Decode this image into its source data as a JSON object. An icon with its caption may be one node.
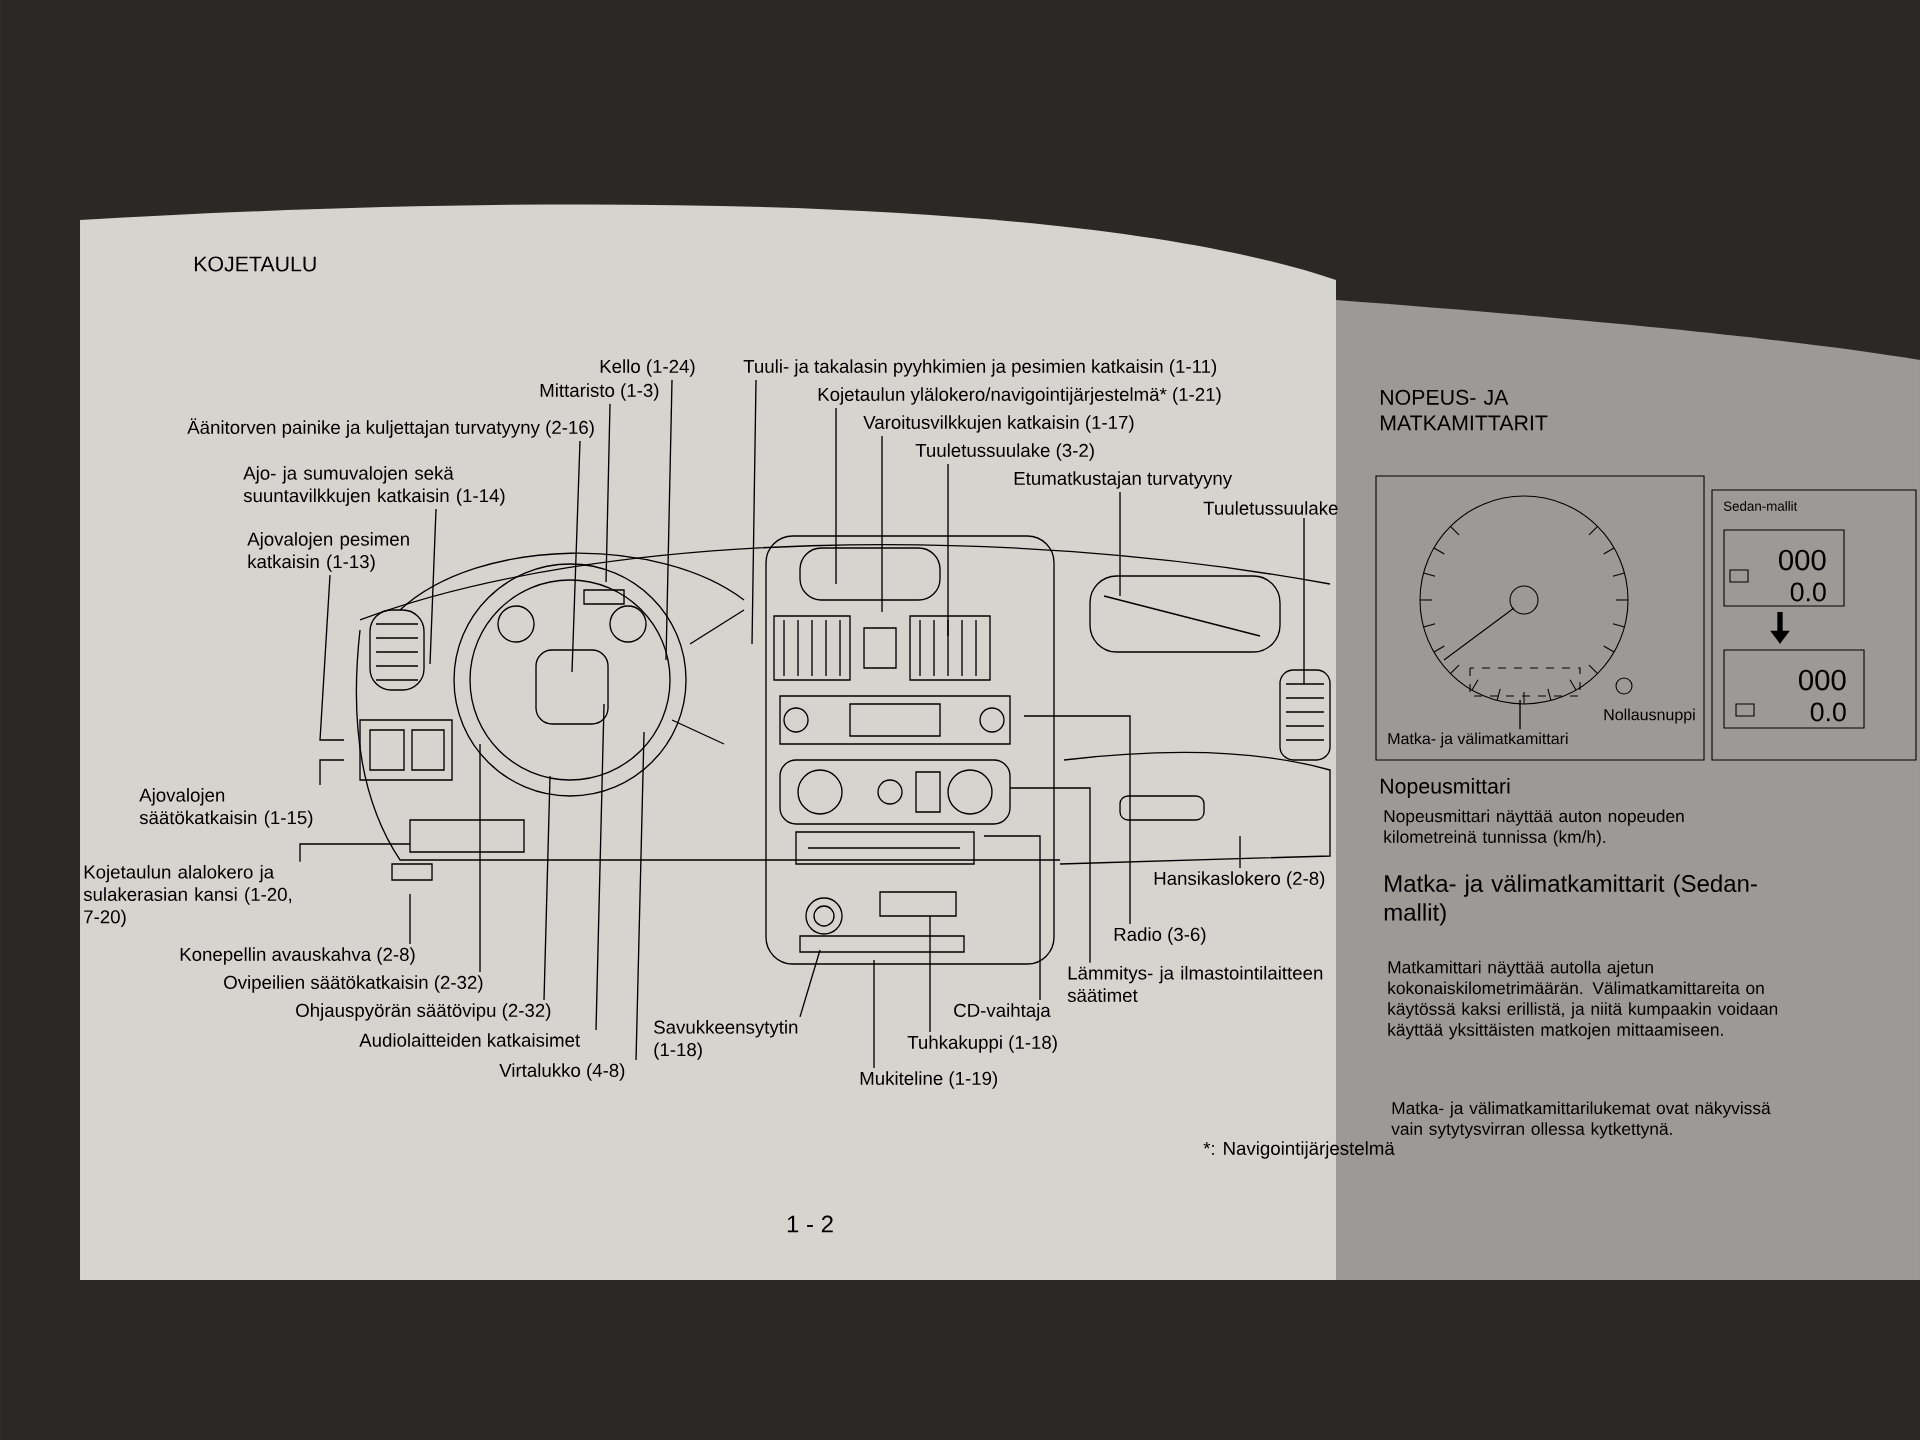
{
  "diagram": {
    "title": "KOJETAULU",
    "nodes": [
      {
        "text": [
          "Kello (1-24)"
        ]
      },
      {
        "text": [
          "Mittaristo (1-3)"
        ]
      },
      {
        "text": [
          "Äänitorven painike ja kuljettajan turvatyyny (2-16)"
        ]
      },
      {
        "text": [
          "Ajo- ja sumuvalojen sekä suuntavilkkujen katkaisin (1-14)"
        ]
      },
      {
        "text": [
          "Ajovalojen pesimen katkaisin (1-13)"
        ]
      },
      {
        "text": [
          "Ajovalojen säätökatkaisin (1-15)"
        ]
      },
      {
        "text": [
          "Kojetaulun alalokero ja sulakerasian kansi (1-20, 7-20)"
        ]
      },
      {
        "text": [
          "Konepellin avauskahva (2-8)"
        ]
      },
      {
        "text": [
          "Ovipeilien säätökatkaisin (2-32)"
        ]
      },
      {
        "text": [
          "Ohjauspyörän säätövipu (2-32)"
        ]
      },
      {
        "text": [
          "Audiolaitteiden katkaisimet"
        ]
      },
      {
        "text": [
          "Virtalukko (4-8)"
        ]
      },
      {
        "text": [
          "Tuuli- ja takalasin pyyhkimien ja pesimien katkaisin (1-11)"
        ]
      },
      {
        "text": [
          "Kojetaulun ylälokero/navigointijärjestelmä* (1-21)"
        ]
      },
      {
        "text": [
          "Varoitusvilkkujen katkaisin (1-17)"
        ]
      },
      {
        "text": [
          "Tuuletussuulake (3-2)"
        ]
      },
      {
        "text": [
          "Etumatkustajan turvatyyny"
        ]
      },
      {
        "text": [
          "Tuuletussuulake"
        ]
      },
      {
        "text": [
          "Radio (3-6)"
        ]
      },
      {
        "text": [
          "Lämmitys- ja ilmastointilaitteen säätimet"
        ]
      },
      {
        "text": [
          "CD-vaihtaja"
        ]
      },
      {
        "text": [
          "Tuhkakuppi (1-18)"
        ]
      },
      {
        "text": [
          "Savukkeensytytin (1-18)"
        ]
      },
      {
        "text": [
          "Mukiteline (1-19)"
        ]
      },
      {
        "text": [
          "Hansikaslokero (2-8)"
        ]
      },
      {
        "text": [
          "Matka- ja välimatkamittari"
        ]
      }
    ],
    "edges": [
      {
        "from": 0,
        "to": null,
        "arrow": "none"
      },
      {
        "from": 1,
        "to": null,
        "arrow": "none"
      },
      {
        "from": 2,
        "to": null,
        "arrow": "none"
      },
      {
        "from": 3,
        "to": null,
        "arrow": "none"
      },
      {
        "from": 4,
        "to": null,
        "arrow": "none"
      },
      {
        "from": 5,
        "to": null,
        "arrow": "none"
      },
      {
        "from": 6,
        "to": null,
        "arrow": "none"
      },
      {
        "from": 7,
        "to": null,
        "arrow": "none"
      },
      {
        "from": 8,
        "to": null,
        "arrow": "none"
      },
      {
        "from": 9,
        "to": null,
        "arrow": "none"
      },
      {
        "from": 10,
        "to": null,
        "arrow": "none"
      },
      {
        "from": 11,
        "to": null,
        "arrow": "none"
      },
      {
        "from": 12,
        "to": null,
        "arrow": "none"
      },
      {
        "from": 13,
        "to": null,
        "arrow": "none"
      },
      {
        "from": 14,
        "to": null,
        "arrow": "none"
      },
      {
        "from": 15,
        "to": null,
        "arrow": "none"
      },
      {
        "from": 16,
        "to": null,
        "arrow": "none"
      },
      {
        "from": 17,
        "to": null,
        "arrow": "none"
      },
      {
        "from": 18,
        "to": null,
        "arrow": "none"
      },
      {
        "from": 19,
        "to": null,
        "arrow": "none"
      },
      {
        "from": 20,
        "to": null,
        "arrow": "none"
      },
      {
        "from": 21,
        "to": null,
        "arrow": "none"
      },
      {
        "from": 22,
        "to": null,
        "arrow": "none"
      },
      {
        "from": 23,
        "to": null,
        "arrow": "none"
      },
      {
        "from": 24,
        "to": null,
        "arrow": "none"
      },
      {
        "from": 25,
        "to": null,
        "arrow": "none"
      }
    ],
    "labels": [
      "*: Navigointijärjestelmä",
      "1 - 2",
      "NOPEUS- JA MATKAMITTARIT",
      "Sedan-mallit",
      "000",
      "0.0",
      "000",
      "0.0",
      "Nollausnuppi",
      "Nopeusmittari",
      "Nopeusmittari näyttää auton nopeuden kilometreinä tunnissa (km/h).",
      "Matka- ja välimatkamittarit (Sedan-mallit)",
      "Matkamittari näyttää autolla ajetun kokonaiskilometrimäärän. Välimatkamittareita on käytössä kaksi erillistä, ja niitä kumpaakin voidaan käyttää yksittäisten matkojen mittaamiseen.",
      "Matka- ja välimatkamittarilukemat ovat näkyvissä vain sytytysvirran ollessa kytkettynä."
    ]
  }
}
